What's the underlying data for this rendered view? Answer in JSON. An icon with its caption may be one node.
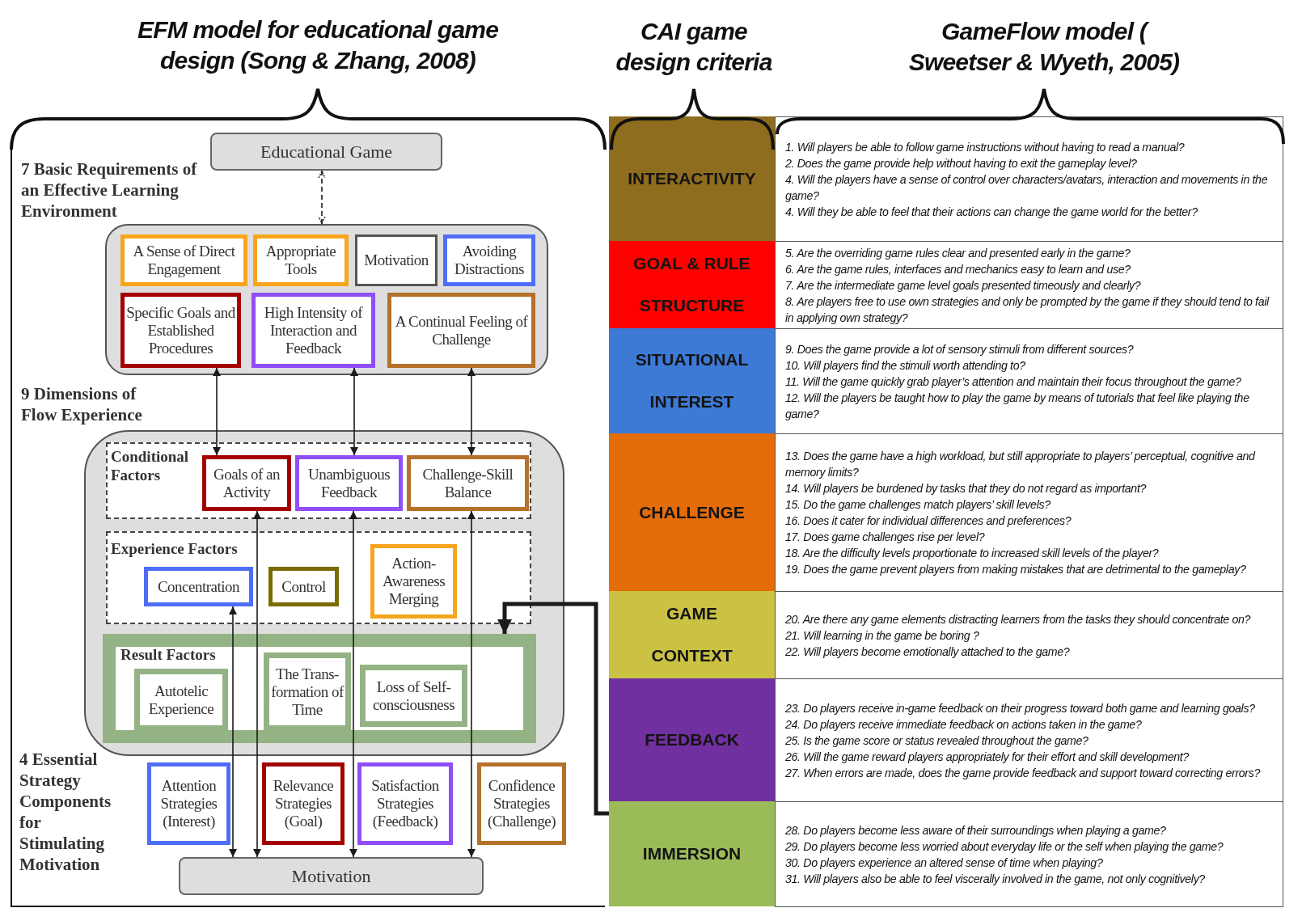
{
  "diagram": {
    "nodes": [
      {
        "text": [
          "Educational Game"
        ]
      },
      {
        "text": [],
        "shape": "box"
      },
      {
        "text": [
          "A Sense of Direct Engagement"
        ],
        "in": 1
      },
      {
        "text": [
          "Appropriate Tools"
        ],
        "in": 1
      },
      {
        "text": [
          "Motivation"
        ],
        "in": 1
      },
      {
        "text": [
          "Avoiding Distractions"
        ],
        "in": 1
      },
      {
        "text": [
          "Specific Goals and Established Procedures"
        ],
        "in": 1
      },
      {
        "text": [
          "High Intensity of Interaction and Feedback"
        ],
        "in": 1
      },
      {
        "text": [
          "A Continual Feeling of Challenge"
        ],
        "in": 1
      },
      {
        "text": [],
        "shape": "box"
      },
      {
        "text": [
          "Conditional Factors"
        ],
        "in": 9
      },
      {
        "text": [
          "Goals of an Activity"
        ],
        "in": 10
      },
      {
        "text": [
          "Unambiguous Feedback"
        ],
        "in": 10
      },
      {
        "text": [
          "Challenge-Skill Balance"
        ],
        "in": 10
      },
      {
        "text": [
          "Experience Factors"
        ],
        "in": 9
      },
      {
        "text": [
          "Concentration"
        ],
        "in": 14
      },
      {
        "text": [
          "Control"
        ],
        "in": 14
      },
      {
        "text": [
          "Action-Awareness Merging"
        ],
        "in": 14
      },
      {
        "text": [
          "Result Factors"
        ],
        "in": 9
      },
      {
        "text": [
          "Autotelic Experience"
        ],
        "in": 18
      },
      {
        "text": [
          "The Trans-formation of Time"
        ],
        "in": 18
      },
      {
        "text": [
          "Loss of Self-consciousness"
        ],
        "in": 18
      },
      {
        "text": [
          "Attention Strategies (Interest)"
        ]
      },
      {
        "text": [
          "Relevance Strategies (Goal)"
        ]
      },
      {
        "text": [
          "Satisfaction Strategies (Feedback)"
        ]
      },
      {
        "text": [
          "Confidence Strategies (Challenge)"
        ]
      },
      {
        "text": [
          "Motivation"
        ]
      },
      {
        "text": [
          "INTERACTIVITY"
        ]
      },
      {
        "text": [
          "1. Will players be able to follow game instructions without having to read a manual?",
          "2. Does the game provide help without having to exit the gameplay level?",
          "4. Will the players have a sense of control over characters/avatars, interaction and movements in the game?",
          "4. Will they be able to feel that their actions can change the game world for the better?"
        ]
      },
      {
        "text": [
          "GOAL & RULE STRUCTURE"
        ]
      },
      {
        "text": [
          "5. Are the overriding game rules clear and presented early in the game?",
          "6. Are the game rules, interfaces and mechanics easy to learn and use?",
          "7. Are the intermediate game level goals presented timeously and clearly?",
          "8. Are players free to use own strategies and only be prompted by the game if they should tend to fail in applying own strategy?"
        ]
      },
      {
        "text": [
          "SITUATIONAL INTEREST"
        ]
      },
      {
        "text": [
          "9. Does the game provide a lot of sensory stimuli from different sources?",
          "10. Will players find the stimuli worth attending to?",
          "11. Will the game quickly grab player’s attention and maintain their focus throughout the game?",
          "12. Will the players be taught how to play the game by means of tutorials that feel like playing the game?"
        ]
      },
      {
        "text": [
          "CHALLENGE"
        ]
      },
      {
        "text": [
          "13. Does the game have a high workload, but still appropriate to players’ perceptual, cognitive and memory limits?",
          "14. Will players be burdened by tasks that they do not regard as important?",
          "15. Do the game challenges match players’ skill levels?",
          "16. Does it cater for individual differences and preferences?",
          "17. Does game challenges rise per level?",
          "18. Are the difficulty levels proportionate to increased skill levels of the player?",
          "19. Does the game prevent players from making mistakes that are detrimental to the gameplay?"
        ]
      },
      {
        "text": [
          "GAME CONTEXT"
        ]
      },
      {
        "text": [
          "20. Are there any game elements distracting learners from the tasks they should concentrate on?",
          "21. Will learning in the game be boring ?",
          "22. Will players become emotionally attached to the game?"
        ]
      },
      {
        "text": [
          "FEEDBACK"
        ]
      },
      {
        "text": [
          "23. Do players receive in-game feedback on their progress toward both game and learning goals?",
          "24. Do players receive immediate feedback on actions taken in the game?",
          "25. Is the game score or status revealed throughout the game?",
          "26. Will the game reward players appropriately for their effort and skill development?",
          "27. When errors are made, does the game provide feedback and support toward correcting errors?"
        ]
      },
      {
        "text": [
          "IMMERSION"
        ]
      },
      {
        "text": [
          "28. Do players become less aware of their surroundings when playing a game?",
          "29. Do players become less worried about everyday life or the self when playing the game?",
          "30. Do players experience an altered sense of time when playing?",
          "31. Will players also be able to feel viscerally involved in the game, not only cognitively?"
        ]
      }
    ],
    "edges": [
      {
        "from": 0,
        "to": 1,
        "arrow": "both",
        "style": "dashed"
      },
      {
        "from": 6,
        "to": 11,
        "arrow": "both"
      },
      {
        "from": 7,
        "to": 12,
        "arrow": "both"
      },
      {
        "from": 8,
        "to": 13,
        "arrow": "both"
      },
      {
        "from": 15,
        "to": 26,
        "arrow": "both"
      },
      {
        "from": 11,
        "to": 26,
        "arrow": "both"
      },
      {
        "from": 12,
        "to": 26,
        "arrow": "both"
      },
      {
        "from": 13,
        "to": 26,
        "arrow": "both"
      },
      {
        "from": 39,
        "to": 18,
        "arrow": "to",
        "style": "thick"
      }
    ],
    "labels": [
      "EFM model for educational game design (Song & Zhang, 2008)",
      "CAI game design criteria",
      "GameFlow model ( Sweetser & Wyeth, 2005)",
      "7 Basic Requirements of an Effective Learning Environment",
      "9 Dimensions of Flow Experience",
      "4 Essential Strategy Components for Stimulating Motivation"
    ]
  }
}
